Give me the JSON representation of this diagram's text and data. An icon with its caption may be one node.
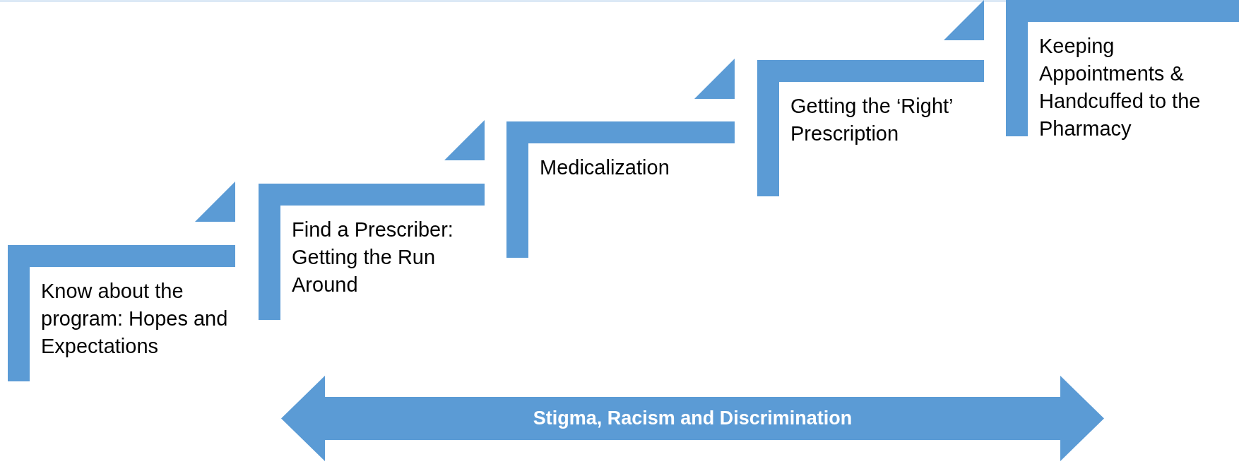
{
  "diagram": {
    "nodes": [
      {
        "text": [
          "Know about the program: Hopes and Expectations"
        ]
      },
      {
        "text": [
          "Find a Prescriber: Getting the Run Around"
        ]
      },
      {
        "text": [
          "Medicalization"
        ]
      },
      {
        "text": [
          "Getting the ‘Right’ Prescription"
        ]
      },
      {
        "text": [
          "Keeping Appointments & Handcuffed to the Pharmacy"
        ]
      },
      {
        "text": [
          "Stigma, Racism and Discrimination"
        ]
      }
    ]
  }
}
